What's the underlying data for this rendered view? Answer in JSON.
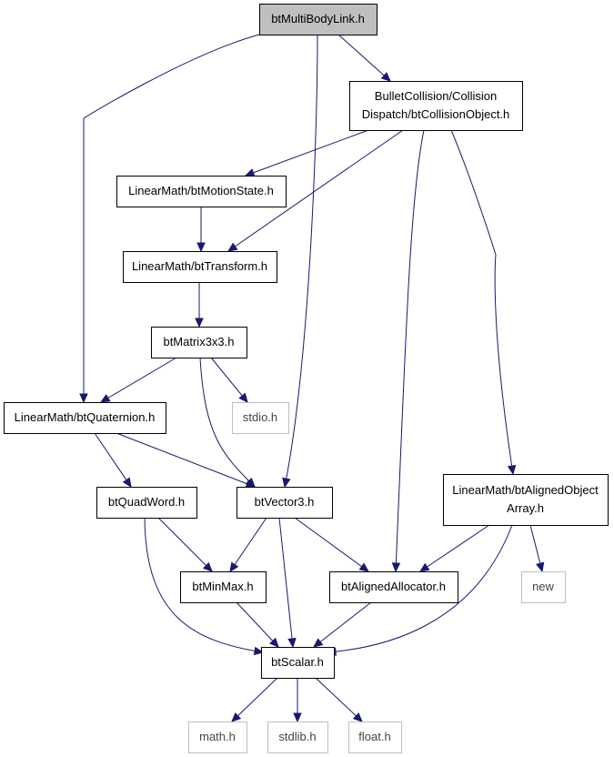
{
  "graph": {
    "nodes": [
      {
        "id": "bt_multibody_link",
        "lines": [
          "btMultiBodyLink.h"
        ],
        "fill": "#bfbfbf",
        "stroke": "#000000"
      },
      {
        "id": "bt_collision_object",
        "lines": [
          "BulletCollision/Collision",
          "Dispatch/btCollisionObject.h"
        ],
        "fill": "#ffffff",
        "stroke": "#000000"
      },
      {
        "id": "bt_motion_state",
        "lines": [
          "LinearMath/btMotionState.h"
        ],
        "fill": "#ffffff",
        "stroke": "#000000"
      },
      {
        "id": "bt_transform",
        "lines": [
          "LinearMath/btTransform.h"
        ],
        "fill": "#ffffff",
        "stroke": "#000000"
      },
      {
        "id": "bt_matrix3x3",
        "lines": [
          "btMatrix3x3.h"
        ],
        "fill": "#ffffff",
        "stroke": "#000000"
      },
      {
        "id": "stdio",
        "lines": [
          "stdio.h"
        ],
        "fill": "#ffffff",
        "stroke": "#bfbfbf"
      },
      {
        "id": "bt_quaternion",
        "lines": [
          "LinearMath/btQuaternion.h"
        ],
        "fill": "#ffffff",
        "stroke": "#000000"
      },
      {
        "id": "bt_quadword",
        "lines": [
          "btQuadWord.h"
        ],
        "fill": "#ffffff",
        "stroke": "#000000"
      },
      {
        "id": "bt_vector3",
        "lines": [
          "btVector3.h"
        ],
        "fill": "#ffffff",
        "stroke": "#000000"
      },
      {
        "id": "bt_aligned_object_array",
        "lines": [
          "LinearMath/btAlignedObject",
          "Array.h"
        ],
        "fill": "#ffffff",
        "stroke": "#000000"
      },
      {
        "id": "bt_minmax",
        "lines": [
          "btMinMax.h"
        ],
        "fill": "#ffffff",
        "stroke": "#000000"
      },
      {
        "id": "bt_aligned_allocator",
        "lines": [
          "btAlignedAllocator.h"
        ],
        "fill": "#ffffff",
        "stroke": "#000000"
      },
      {
        "id": "new",
        "lines": [
          "new"
        ],
        "fill": "#ffffff",
        "stroke": "#bfbfbf"
      },
      {
        "id": "bt_scalar",
        "lines": [
          "btScalar.h"
        ],
        "fill": "#ffffff",
        "stroke": "#000000"
      },
      {
        "id": "math",
        "lines": [
          "math.h"
        ],
        "fill": "#ffffff",
        "stroke": "#bfbfbf"
      },
      {
        "id": "stdlib",
        "lines": [
          "stdlib.h"
        ],
        "fill": "#ffffff",
        "stroke": "#bfbfbf"
      },
      {
        "id": "float",
        "lines": [
          "float.h"
        ],
        "fill": "#ffffff",
        "stroke": "#bfbfbf"
      }
    ],
    "edges": [
      {
        "from": "bt_multibody_link",
        "to": "bt_collision_object"
      },
      {
        "from": "bt_multibody_link",
        "to": "bt_quaternion"
      },
      {
        "from": "bt_multibody_link",
        "to": "bt_vector3"
      },
      {
        "from": "bt_collision_object",
        "to": "bt_motion_state"
      },
      {
        "from": "bt_collision_object",
        "to": "bt_transform"
      },
      {
        "from": "bt_collision_object",
        "to": "bt_aligned_allocator"
      },
      {
        "from": "bt_collision_object",
        "to": "bt_aligned_object_array"
      },
      {
        "from": "bt_motion_state",
        "to": "bt_transform"
      },
      {
        "from": "bt_transform",
        "to": "bt_matrix3x3"
      },
      {
        "from": "bt_matrix3x3",
        "to": "bt_quaternion"
      },
      {
        "from": "bt_matrix3x3",
        "to": "stdio"
      },
      {
        "from": "bt_matrix3x3",
        "to": "bt_vector3"
      },
      {
        "from": "bt_quaternion",
        "to": "bt_quadword"
      },
      {
        "from": "bt_quaternion",
        "to": "bt_vector3"
      },
      {
        "from": "bt_quadword",
        "to": "bt_minmax"
      },
      {
        "from": "bt_quadword",
        "to": "bt_scalar"
      },
      {
        "from": "bt_vector3",
        "to": "bt_minmax"
      },
      {
        "from": "bt_vector3",
        "to": "bt_scalar"
      },
      {
        "from": "bt_vector3",
        "to": "bt_aligned_allocator"
      },
      {
        "from": "bt_aligned_object_array",
        "to": "bt_aligned_allocator"
      },
      {
        "from": "bt_aligned_object_array",
        "to": "bt_scalar"
      },
      {
        "from": "bt_aligned_object_array",
        "to": "new"
      },
      {
        "from": "bt_minmax",
        "to": "bt_scalar"
      },
      {
        "from": "bt_aligned_allocator",
        "to": "bt_scalar"
      },
      {
        "from": "bt_scalar",
        "to": "math"
      },
      {
        "from": "bt_scalar",
        "to": "stdlib"
      },
      {
        "from": "bt_scalar",
        "to": "float"
      }
    ],
    "edge_color": "#191970"
  }
}
